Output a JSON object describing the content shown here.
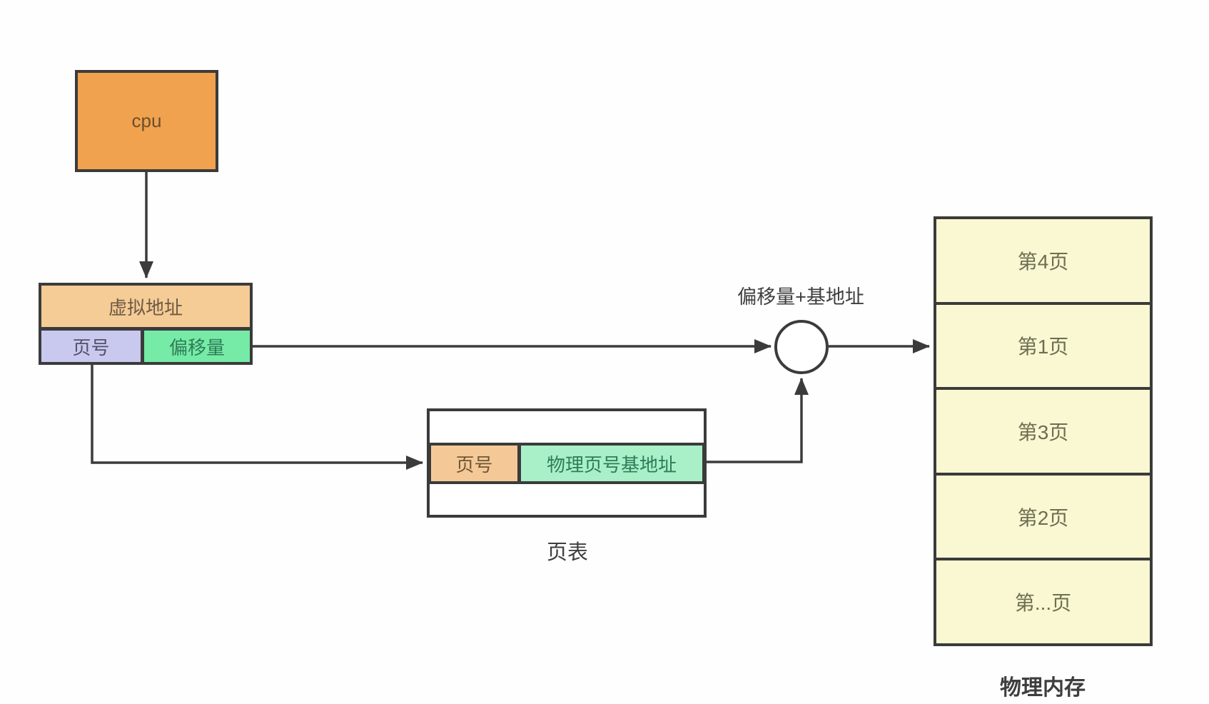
{
  "diagram": {
    "cpu": {
      "label": "cpu"
    },
    "virtual_address": {
      "title": "虚拟地址",
      "page_number": "页号",
      "offset": "偏移量"
    },
    "adder": {
      "label": "偏移量+基地址"
    },
    "page_table": {
      "caption": "页表",
      "page_number": "页号",
      "base_address": "物理页号基地址"
    },
    "physical_memory": {
      "caption": "物理内存",
      "pages": [
        "第4页",
        "第1页",
        "第3页",
        "第2页",
        "第...页"
      ]
    }
  },
  "colors": {
    "cpu_fill": "#F0A24E",
    "virtual_address_fill": "#F5CB96",
    "page_number_fill": "#C9C8EF",
    "offset_fill": "#76EBA7",
    "page_table_page_fill": "#F5C997",
    "page_table_base_fill": "#A9EFC8",
    "memory_page_fill": "#F9F8D2",
    "line_and_border": "#3b3b3b"
  }
}
